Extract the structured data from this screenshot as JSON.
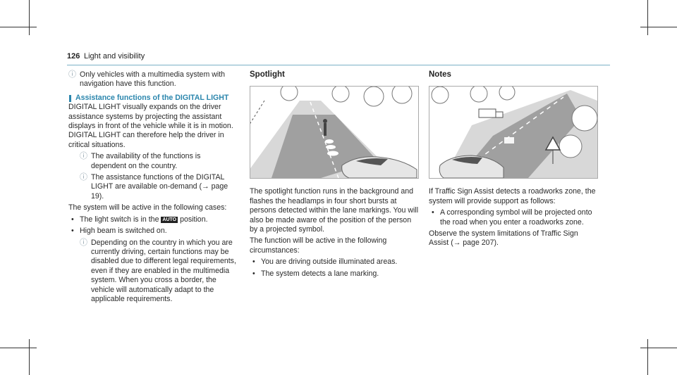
{
  "header": {
    "page_number": "126",
    "section": "Light and visibility"
  },
  "col1": {
    "note1": "Only vehicles with a multimedia system with navigation have this function.",
    "section_title": "Assistance functions of the DIGITAL LIGHT",
    "para1": "DIGITAL LIGHT visually expands on the driver assistance systems by projecting the assistant displays in front of the vehicle while it is in motion. DIGITAL LIGHT can therefore help the driver in critical situations.",
    "note2": "The availability of the functions is dependent on the country.",
    "note3_a": "The assistance functions of the DIGITAL LIGHT are available on-demand (",
    "note3_arrow": "→",
    "note3_b": " page 19).",
    "para2": "The system will be active in the following cases:",
    "bullet1_a": "The light switch is in the ",
    "auto_label": "AUTO",
    "bullet1_b": " position.",
    "bullet2": "High beam is switched on.",
    "note4": "Depending on the country in which you are currently driving, certain functions may be disabled due to different legal requirements, even if they are enabled in the multimedia system. When you cross a border, the vehicle will automatically adapt to the applicable requirements."
  },
  "col2": {
    "heading": "Spotlight",
    "para1": "The spotlight function runs in the background and flashes the headlamps in four short bursts at persons detected within the lane markings. You will also be made aware of the position of the person by a projected symbol.",
    "para2": "The function will be active in the following circumstances:",
    "bullet1": "You are driving outside illuminated areas.",
    "bullet2": "The system detects a lane marking."
  },
  "col3": {
    "heading": "Notes",
    "para1": "If Traffic Sign Assist detects a roadworks zone, the system will provide support as follows:",
    "bullet1": "A corresponding symbol will be projected onto the road when you enter a roadworks zone.",
    "para2_a": "Observe the system limitations of Traffic Sign Assist (",
    "para2_arrow": "→",
    "para2_b": " page 207)."
  },
  "icons": {
    "note": "info-circle-icon",
    "bullet": "bullet-dot-icon"
  },
  "colors": {
    "accent": "#2b86ad",
    "rule": "#7ab0c6",
    "note_icon": "#8a9da8"
  }
}
